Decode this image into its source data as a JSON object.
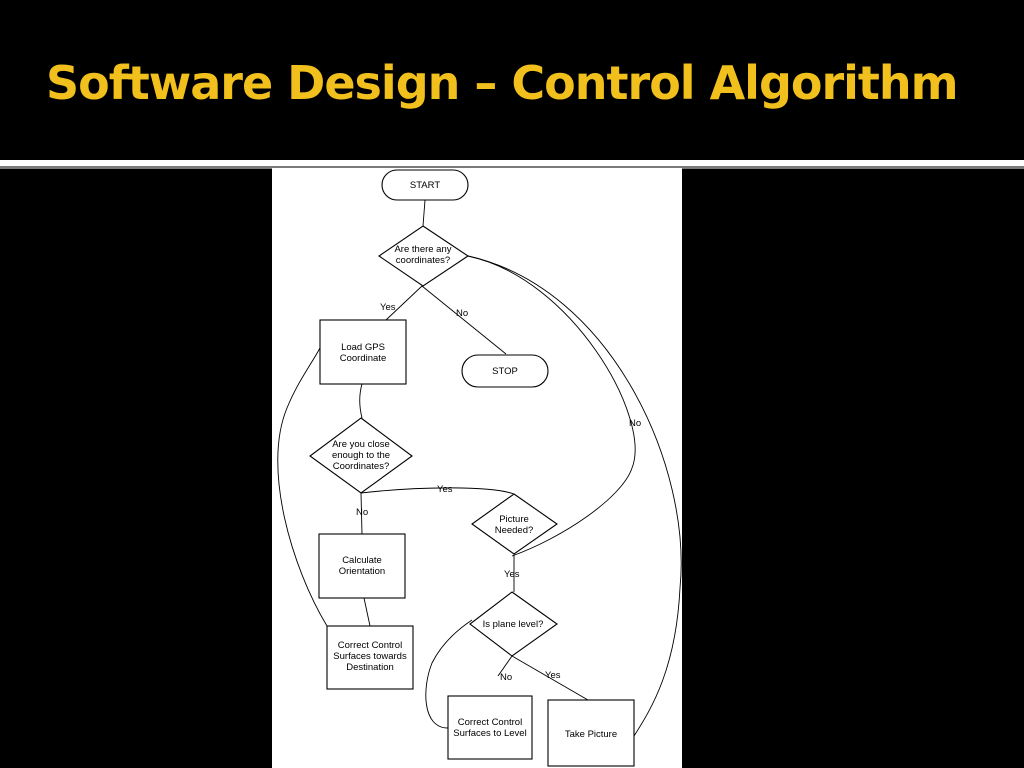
{
  "slide": {
    "title": "Software Design – Control Algorithm"
  },
  "flowchart": {
    "start": "START",
    "q_coordinates": [
      "Are there any",
      "coordinates?"
    ],
    "lbl_yes_1": "Yes",
    "lbl_no_1": "No",
    "stop": "STOP",
    "load_gps": [
      "Load GPS",
      "Coordinate"
    ],
    "q_close": [
      "Are you close",
      "enough to the",
      "Coordinates?"
    ],
    "lbl_no_close": "No",
    "lbl_yes_close": "Yes",
    "lbl_no_right": "No",
    "picture_needed": [
      "Picture",
      "Needed?"
    ],
    "lbl_yes_picture": "Yes",
    "calc_orientation": [
      "Calculate",
      "Orientation"
    ],
    "correct_destination": [
      "Correct Control",
      "Surfaces towards",
      "Destination"
    ],
    "plane_level": "Is plane level?",
    "lbl_no_level": "No",
    "lbl_yes_level": "Yes",
    "correct_level": [
      "Correct Control",
      "Surfaces to Level"
    ],
    "take_picture": "Take Picture"
  }
}
